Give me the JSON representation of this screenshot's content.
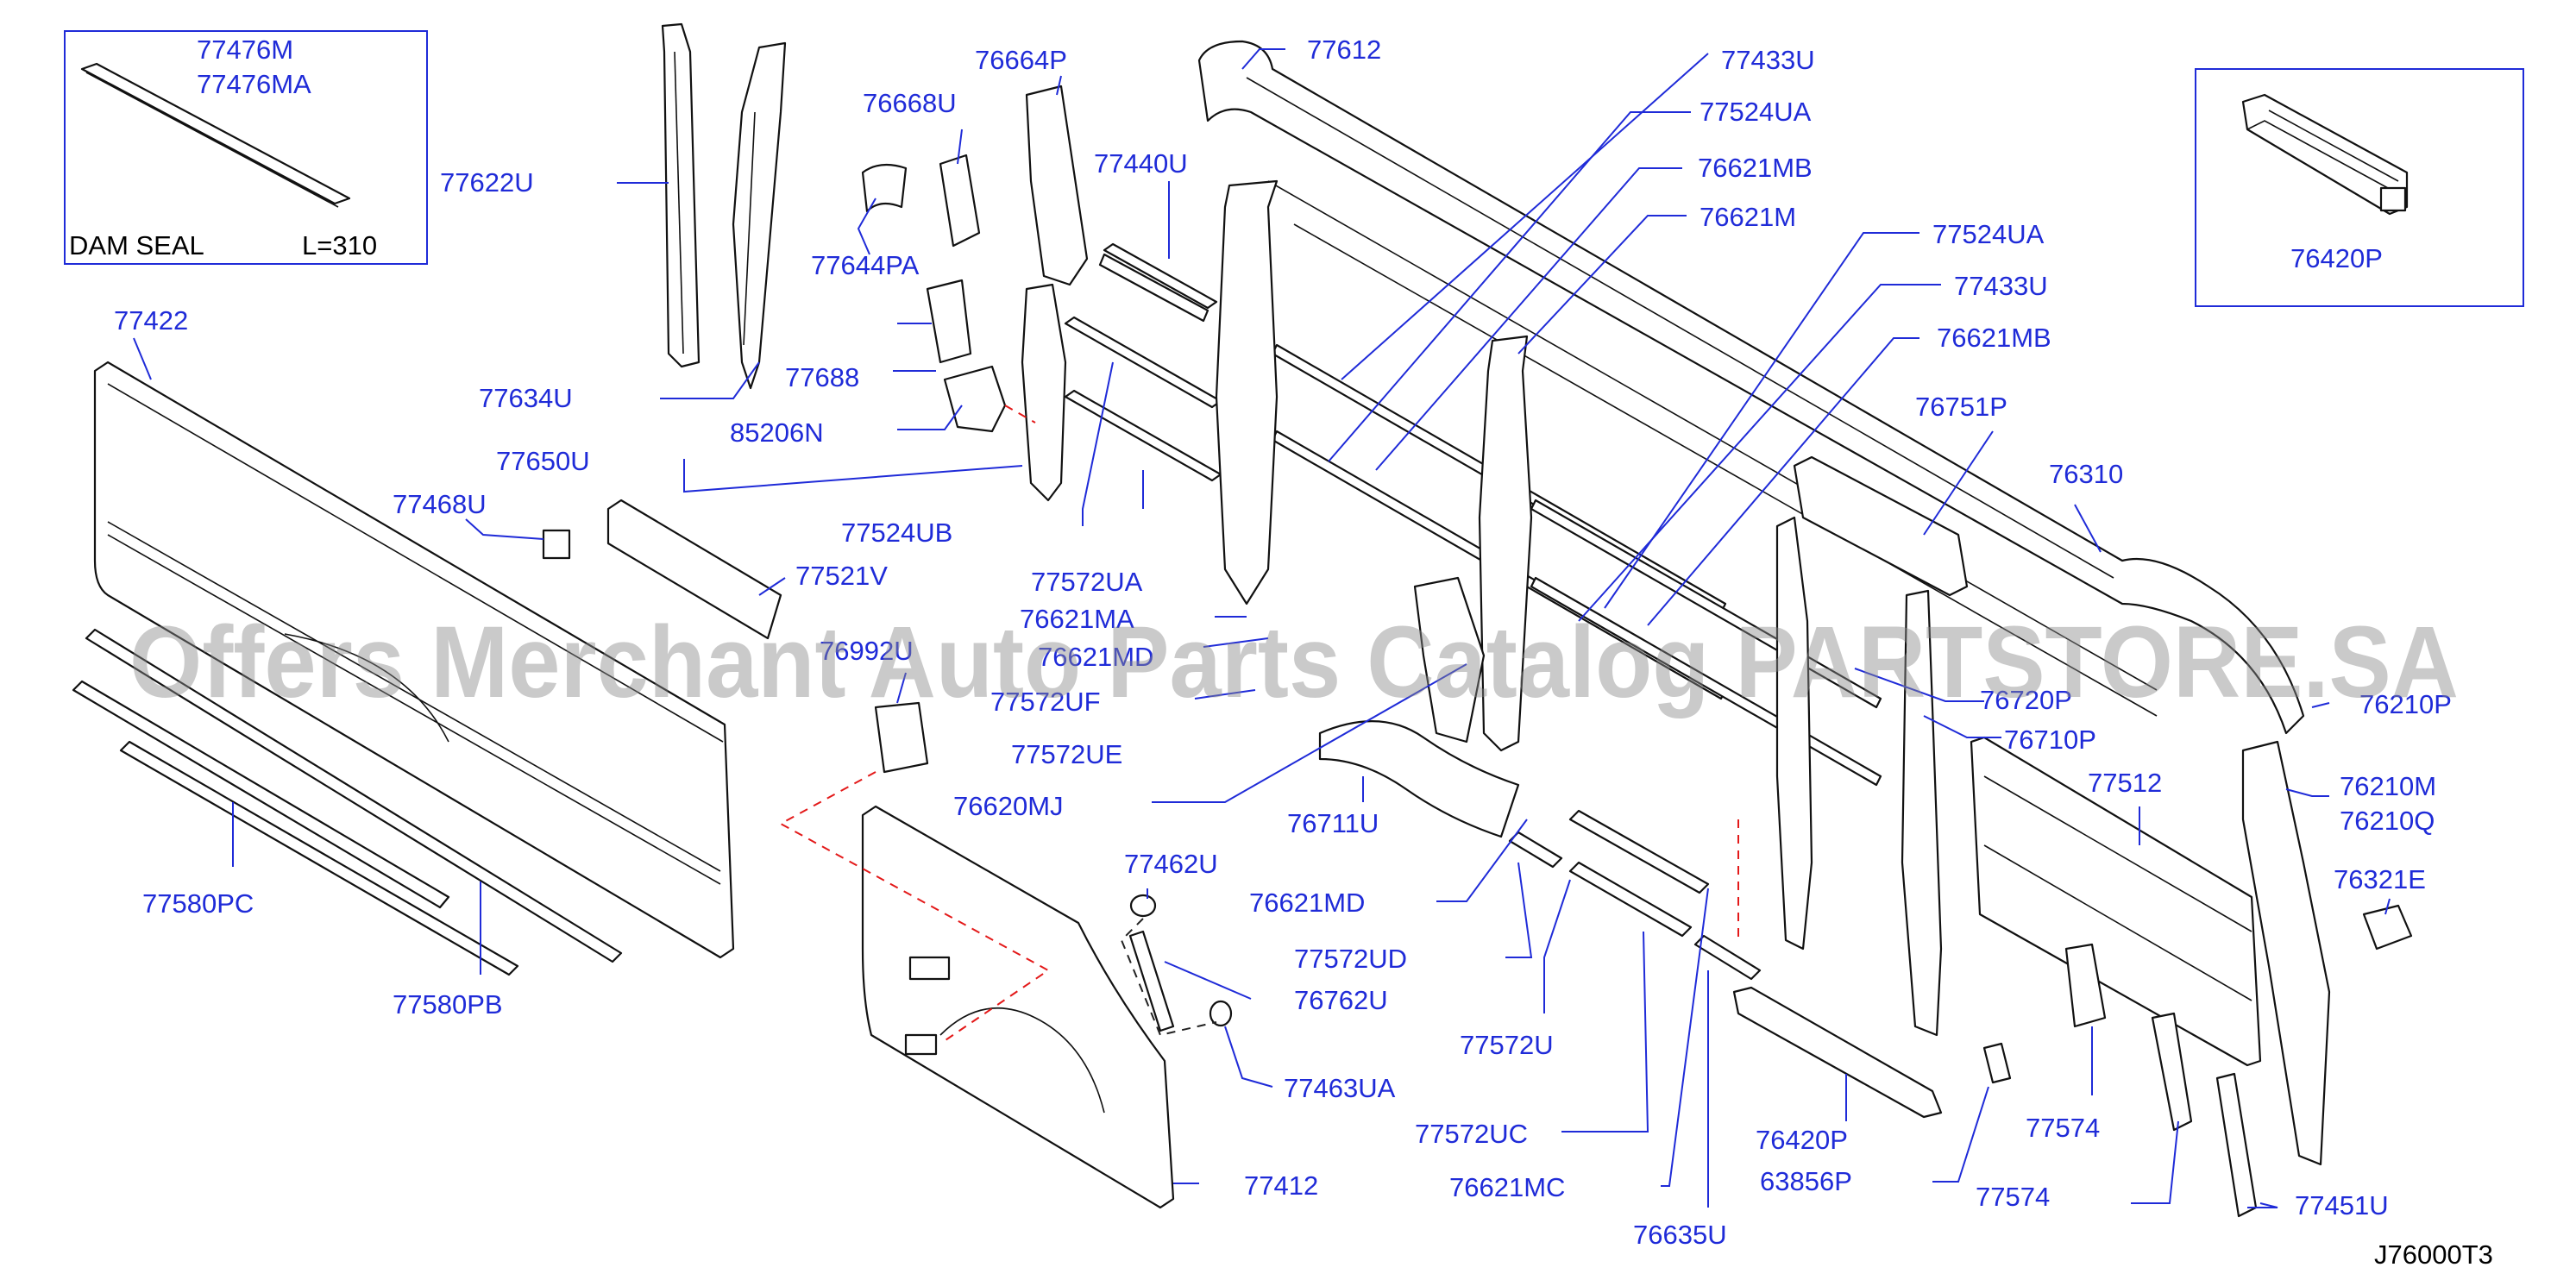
{
  "diagram_code": "J76000T3",
  "watermark": "Offers Merchant Auto Parts Catalog PARTSTORE.SA",
  "inset_top_left": {
    "part_numbers": [
      "77476M",
      "77476MA"
    ],
    "caption_left": "DAM SEAL",
    "caption_right": "L=310"
  },
  "inset_top_right": {
    "part_numbers": [
      "76420P"
    ]
  },
  "labels": [
    "77622U",
    "77634U",
    "77650U",
    "77644PA",
    "77688",
    "85206N",
    "76664P",
    "76668U",
    "77440U",
    "77612",
    "77433U",
    "77524UA",
    "76621MB",
    "76621M",
    "77524UA",
    "77433U",
    "76621MB",
    "76751P",
    "76310",
    "77422",
    "77468U",
    "77521V",
    "77524UB",
    "77572UA",
    "76621MA",
    "76621MD",
    "77572UF",
    "77572UE",
    "76620MJ",
    "76711U",
    "76992U",
    "77580PC",
    "77580PB",
    "77462U",
    "76762U",
    "77463UA",
    "77412",
    "76621MD",
    "77572UD",
    "77572U",
    "77572UC",
    "76621MC",
    "76635U",
    "76420P",
    "63856P",
    "77574",
    "77574",
    "77451U",
    "76720P",
    "76710P",
    "76210P",
    "77512",
    "76210M",
    "76210Q",
    "76321E"
  ]
}
